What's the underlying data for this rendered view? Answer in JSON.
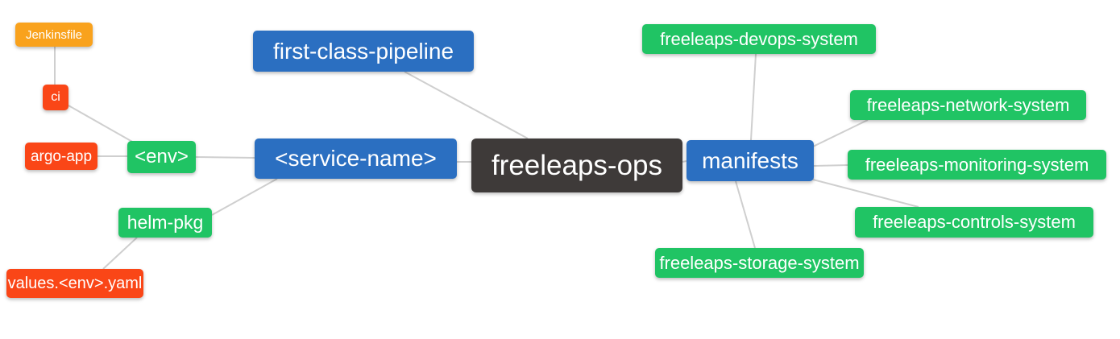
{
  "colors": {
    "blue": "#2b6fc1",
    "green": "#20c464",
    "red": "#fa4617",
    "orange": "#f9a21d",
    "dark": "#3e3a39",
    "edge": "#cfcfcf",
    "text": "#ffffff",
    "background": "#ffffff"
  },
  "nodes": {
    "freeleaps_ops": {
      "label": "freeleaps-ops",
      "color": "dark"
    },
    "first_class_pipeline": {
      "label": "first-class-pipeline",
      "color": "blue"
    },
    "service_name": {
      "label": "<service-name>",
      "color": "blue"
    },
    "manifests": {
      "label": "manifests",
      "color": "blue"
    },
    "env": {
      "label": "<env>",
      "color": "green"
    },
    "helm_pkg": {
      "label": "helm-pkg",
      "color": "green"
    },
    "ci": {
      "label": "ci",
      "color": "red"
    },
    "argo_app": {
      "label": "argo-app",
      "color": "red"
    },
    "values_env_yaml": {
      "label": "values.<env>.yaml",
      "color": "red"
    },
    "jenkinsfile": {
      "label": "Jenkinsfile",
      "color": "orange"
    },
    "devops_system": {
      "label": "freeleaps-devops-system",
      "color": "green"
    },
    "network_system": {
      "label": "freeleaps-network-system",
      "color": "green"
    },
    "monitoring_system": {
      "label": "freeleaps-monitoring-system",
      "color": "green"
    },
    "controls_system": {
      "label": "freeleaps-controls-system",
      "color": "green"
    },
    "storage_system": {
      "label": "freeleaps-storage-system",
      "color": "green"
    }
  },
  "edges": [
    {
      "from": "jenkinsfile",
      "to": "ci"
    },
    {
      "from": "ci",
      "to": "env"
    },
    {
      "from": "argo_app",
      "to": "env"
    },
    {
      "from": "env",
      "to": "service_name"
    },
    {
      "from": "service_name",
      "to": "helm_pkg"
    },
    {
      "from": "helm_pkg",
      "to": "values_env_yaml"
    },
    {
      "from": "first_class_pipeline",
      "to": "freeleaps_ops"
    },
    {
      "from": "service_name",
      "to": "freeleaps_ops"
    },
    {
      "from": "freeleaps_ops",
      "to": "manifests"
    },
    {
      "from": "manifests",
      "to": "devops_system"
    },
    {
      "from": "manifests",
      "to": "network_system"
    },
    {
      "from": "manifests",
      "to": "monitoring_system"
    },
    {
      "from": "manifests",
      "to": "controls_system"
    },
    {
      "from": "manifests",
      "to": "storage_system"
    }
  ]
}
